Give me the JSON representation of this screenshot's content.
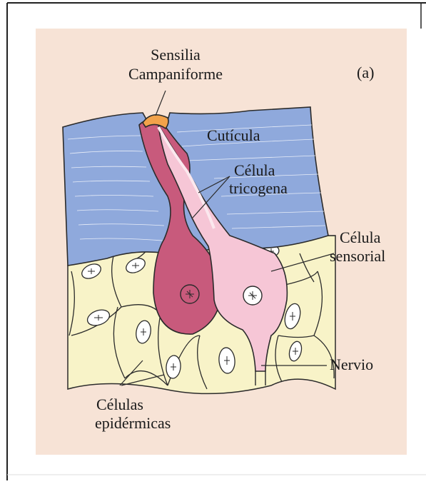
{
  "figure": {
    "panel_label": "(a)",
    "labels": {
      "sensilla_line1": "Sensilia",
      "sensilla_line2": "Campaniforme",
      "cuticula": "Cutícula",
      "tricogena_line1": "Célula",
      "tricogena_line2": "tricogena",
      "sensorial_line1": "Célula",
      "sensorial_line2": "sensorial",
      "nervio": "Nervio",
      "epidermicas_line1": "Células",
      "epidermicas_line2": "epidérmicas"
    },
    "colors": {
      "background_panel": "#f7e3d6",
      "cuticle": "#8fa9dc",
      "epidermis": "#f8f3c8",
      "trichogen": "#c85a7c",
      "sensory": "#f6c6d6",
      "cap": "#f2a24a",
      "outline": "#2b2b2b"
    }
  }
}
